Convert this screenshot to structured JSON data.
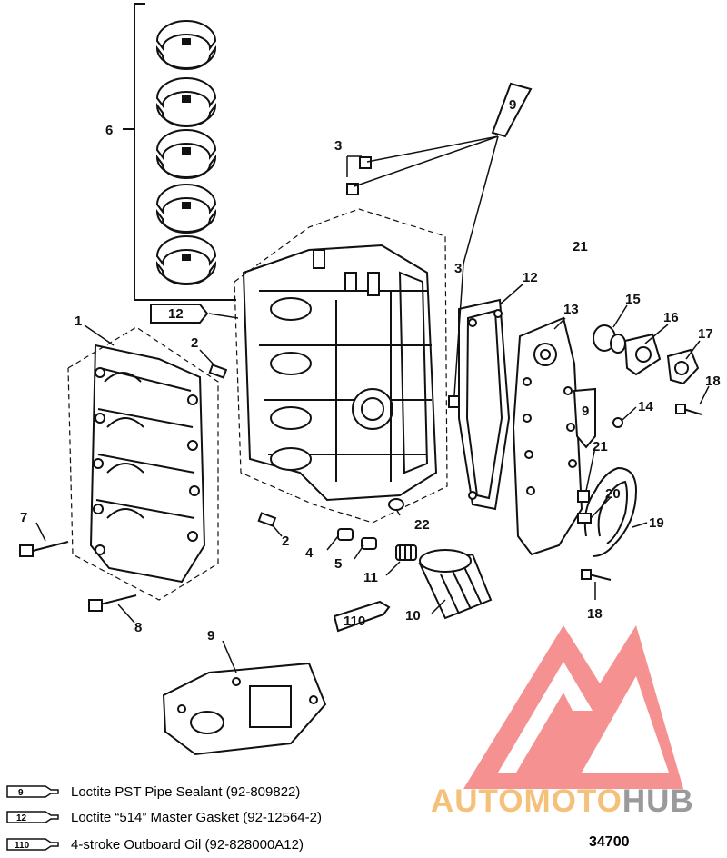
{
  "callouts": {
    "c1": "1",
    "c2a": "2",
    "c2b": "2",
    "c3a": "3",
    "c3b": "3",
    "c4": "4",
    "c5": "5",
    "c6": "6",
    "c7": "7",
    "c8": "8",
    "c9": "9",
    "c10": "10",
    "c11": "11",
    "c12": "12",
    "c13": "13",
    "c14": "14",
    "c15": "15",
    "c16": "16",
    "c17": "17",
    "c18a": "18",
    "c18b": "18",
    "c19": "19",
    "c20": "20",
    "c21a": "21",
    "c21b": "21",
    "c22": "22"
  },
  "tube_labels": {
    "t9a": "9",
    "t9b": "9",
    "t12": "12",
    "t110": "110"
  },
  "legend": [
    {
      "code": "9",
      "text": "Loctite PST Pipe Sealant (92-809822)"
    },
    {
      "code": "12",
      "text": "Loctite “514” Master Gasket (92-12564-2)"
    },
    {
      "code": "110",
      "text": "4-stroke Outboard Oil (92-828000A12)"
    }
  ],
  "figure_number": "34700",
  "watermark": {
    "part1": "AUTOMOTO",
    "part2": "HUB",
    "color1": "#f5c07a",
    "color2": "#9a9a9a",
    "logo_color": "#f26d6d"
  }
}
